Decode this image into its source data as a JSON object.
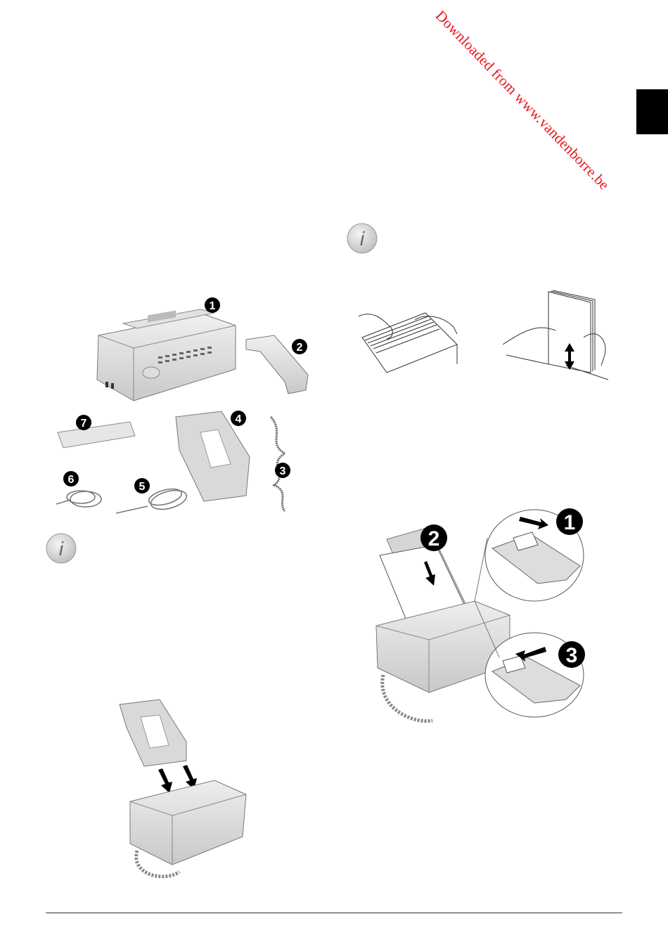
{
  "watermark": {
    "text": "Downloaded from www.vandenborre.be",
    "color": "#e8141c"
  },
  "page_tab": {
    "color": "#000000"
  },
  "parts_figure": {
    "callouts": [
      "1",
      "2",
      "3",
      "4",
      "5",
      "6",
      "7"
    ]
  },
  "paper_tray_figure": {
    "callouts": [
      "1",
      "2",
      "3"
    ]
  },
  "icons": {
    "note_icon_top": "info-icon",
    "note_icon_left": "info-icon"
  }
}
